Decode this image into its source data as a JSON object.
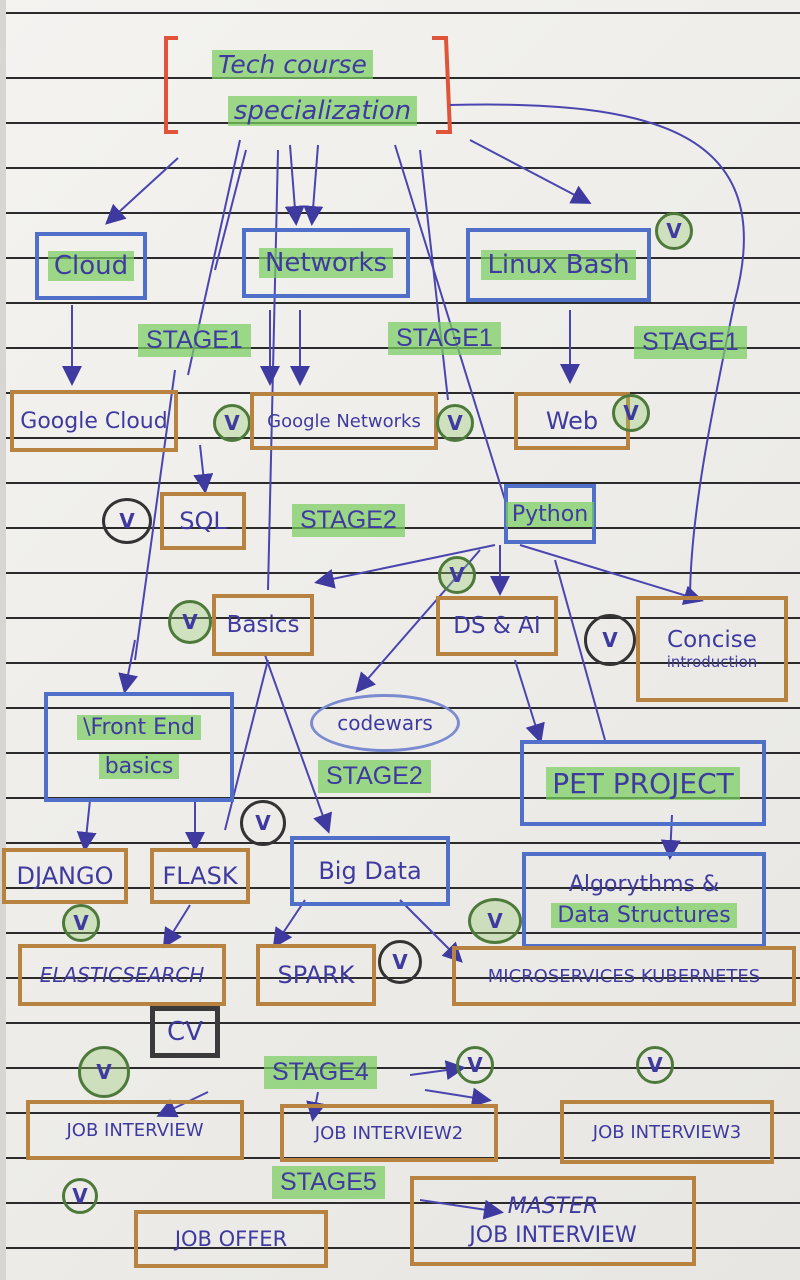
{
  "title": {
    "line1": "Tech course",
    "line2": "specialization"
  },
  "top_row": {
    "cloud": "Cloud",
    "networks": "Networks",
    "linux": "Linux Bash"
  },
  "stages": {
    "s1a": "STAGE1",
    "s1b": "STAGE1",
    "s1c": "STAGE1",
    "s2a": "STAGE2",
    "s2b": "STAGE2",
    "s4": "STAGE4",
    "s5": "STAGE5"
  },
  "row2": {
    "google_cloud": "Google Cloud",
    "google_networks": "Google Networks",
    "web": "Web"
  },
  "row3": {
    "sql": "SQL",
    "python": "Python"
  },
  "row4": {
    "basics": "Basics",
    "ds_ai": "DS & AI",
    "concise_1": "Concise",
    "concise_2": "introduction"
  },
  "row5": {
    "frontend_1": "\\Front End",
    "frontend_2": "basics",
    "codewars": "codewars",
    "pet_project": "PET PROJECT"
  },
  "row6": {
    "django": "DJANGO",
    "flask": "FLASK",
    "big_data": "Big Data",
    "algo_1": "Algorythms &",
    "algo_2": "Data Structures"
  },
  "row7": {
    "elasticsearch": "ELASTICSEARCH",
    "spark": "SPARK",
    "microservices": "MICROSERVICES KUBERNETES"
  },
  "cv": "CV",
  "interviews": {
    "i1": "JOB INTERVIEW",
    "i2": "JOB INTERVIEW2",
    "i3": "JOB INTERVIEW3"
  },
  "final": {
    "offer": "JOB OFFER",
    "master_1": "MASTER",
    "master_2": "JOB INTERVIEW"
  },
  "check_symbol": "V",
  "colors": {
    "ink": "#3f3aa0",
    "blue_box": "#4f6fc9",
    "orange_box": "#b88340",
    "highlight": "#78cd5f",
    "red_bracket": "#e0553a",
    "check_ring": "#4d7a3a"
  }
}
